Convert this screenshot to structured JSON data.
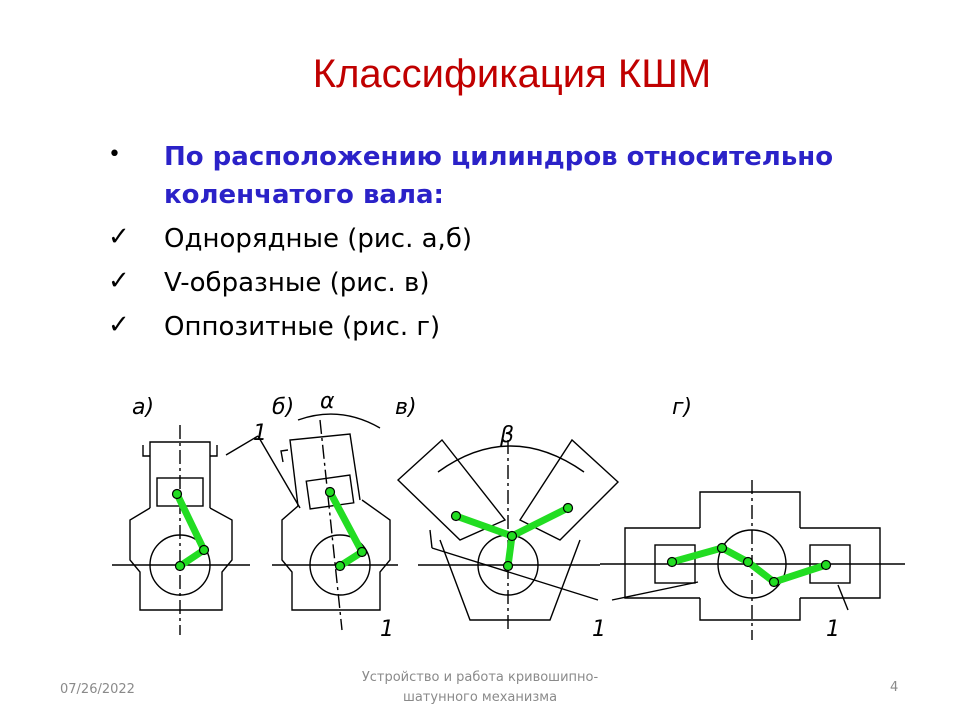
{
  "slide": {
    "title": "Классификация КШМ",
    "heading": "По расположению цилиндров относительно коленчатого вала:",
    "items": [
      "Однорядные (рис. а,б)",
      "V-образные (рис. в)",
      "Оппозитные (рис. г)"
    ],
    "bullet_glyph": "•",
    "check_glyph": "✓"
  },
  "diagram": {
    "labels": {
      "a": "а)",
      "b": "б)",
      "v": "в)",
      "g": "г)",
      "alpha": "α",
      "beta": "β"
    },
    "part_numbers": [
      "1",
      "1",
      "1",
      "1"
    ],
    "colors": {
      "linkage": "#22dd22",
      "line": "#000000",
      "title": "#c00000",
      "heading": "#2b22c8"
    }
  },
  "footer": {
    "date": "07/26/2022",
    "title": "Устройство и работа кривошипно-шатунного механизма",
    "page": "4"
  }
}
